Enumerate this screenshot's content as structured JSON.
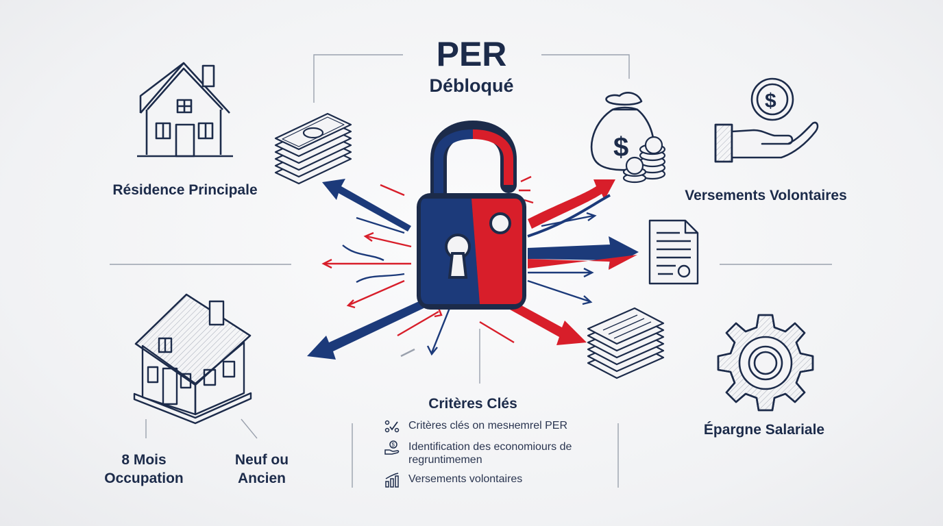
{
  "title": "PER",
  "subtitle": "Débloqué",
  "residence_label": "Résidence Principale",
  "versements_label": "Versements Volontaires",
  "epargne_label": "Épargne Salariale",
  "occupation_label_line1": "8 Mois",
  "occupation_label_line2": "Occupation",
  "neuf_label_line1": "Neuf ou",
  "neuf_label_line2": "Ancien",
  "criteres": {
    "heading": "Critères Clés",
    "items": [
      {
        "icon": "checklist-icon",
        "text": "Critères clés on mesнemrel PER"
      },
      {
        "icon": "hand-coin-icon",
        "text": "Identification des economiours de regruntimemen"
      },
      {
        "icon": "bar-chart-icon",
        "text": "Versements   volontaires"
      }
    ]
  },
  "colors": {
    "navy": "#1c3a7a",
    "red": "#d81e2a",
    "ink": "#1c2b4a",
    "line": "#9aa1ad"
  }
}
